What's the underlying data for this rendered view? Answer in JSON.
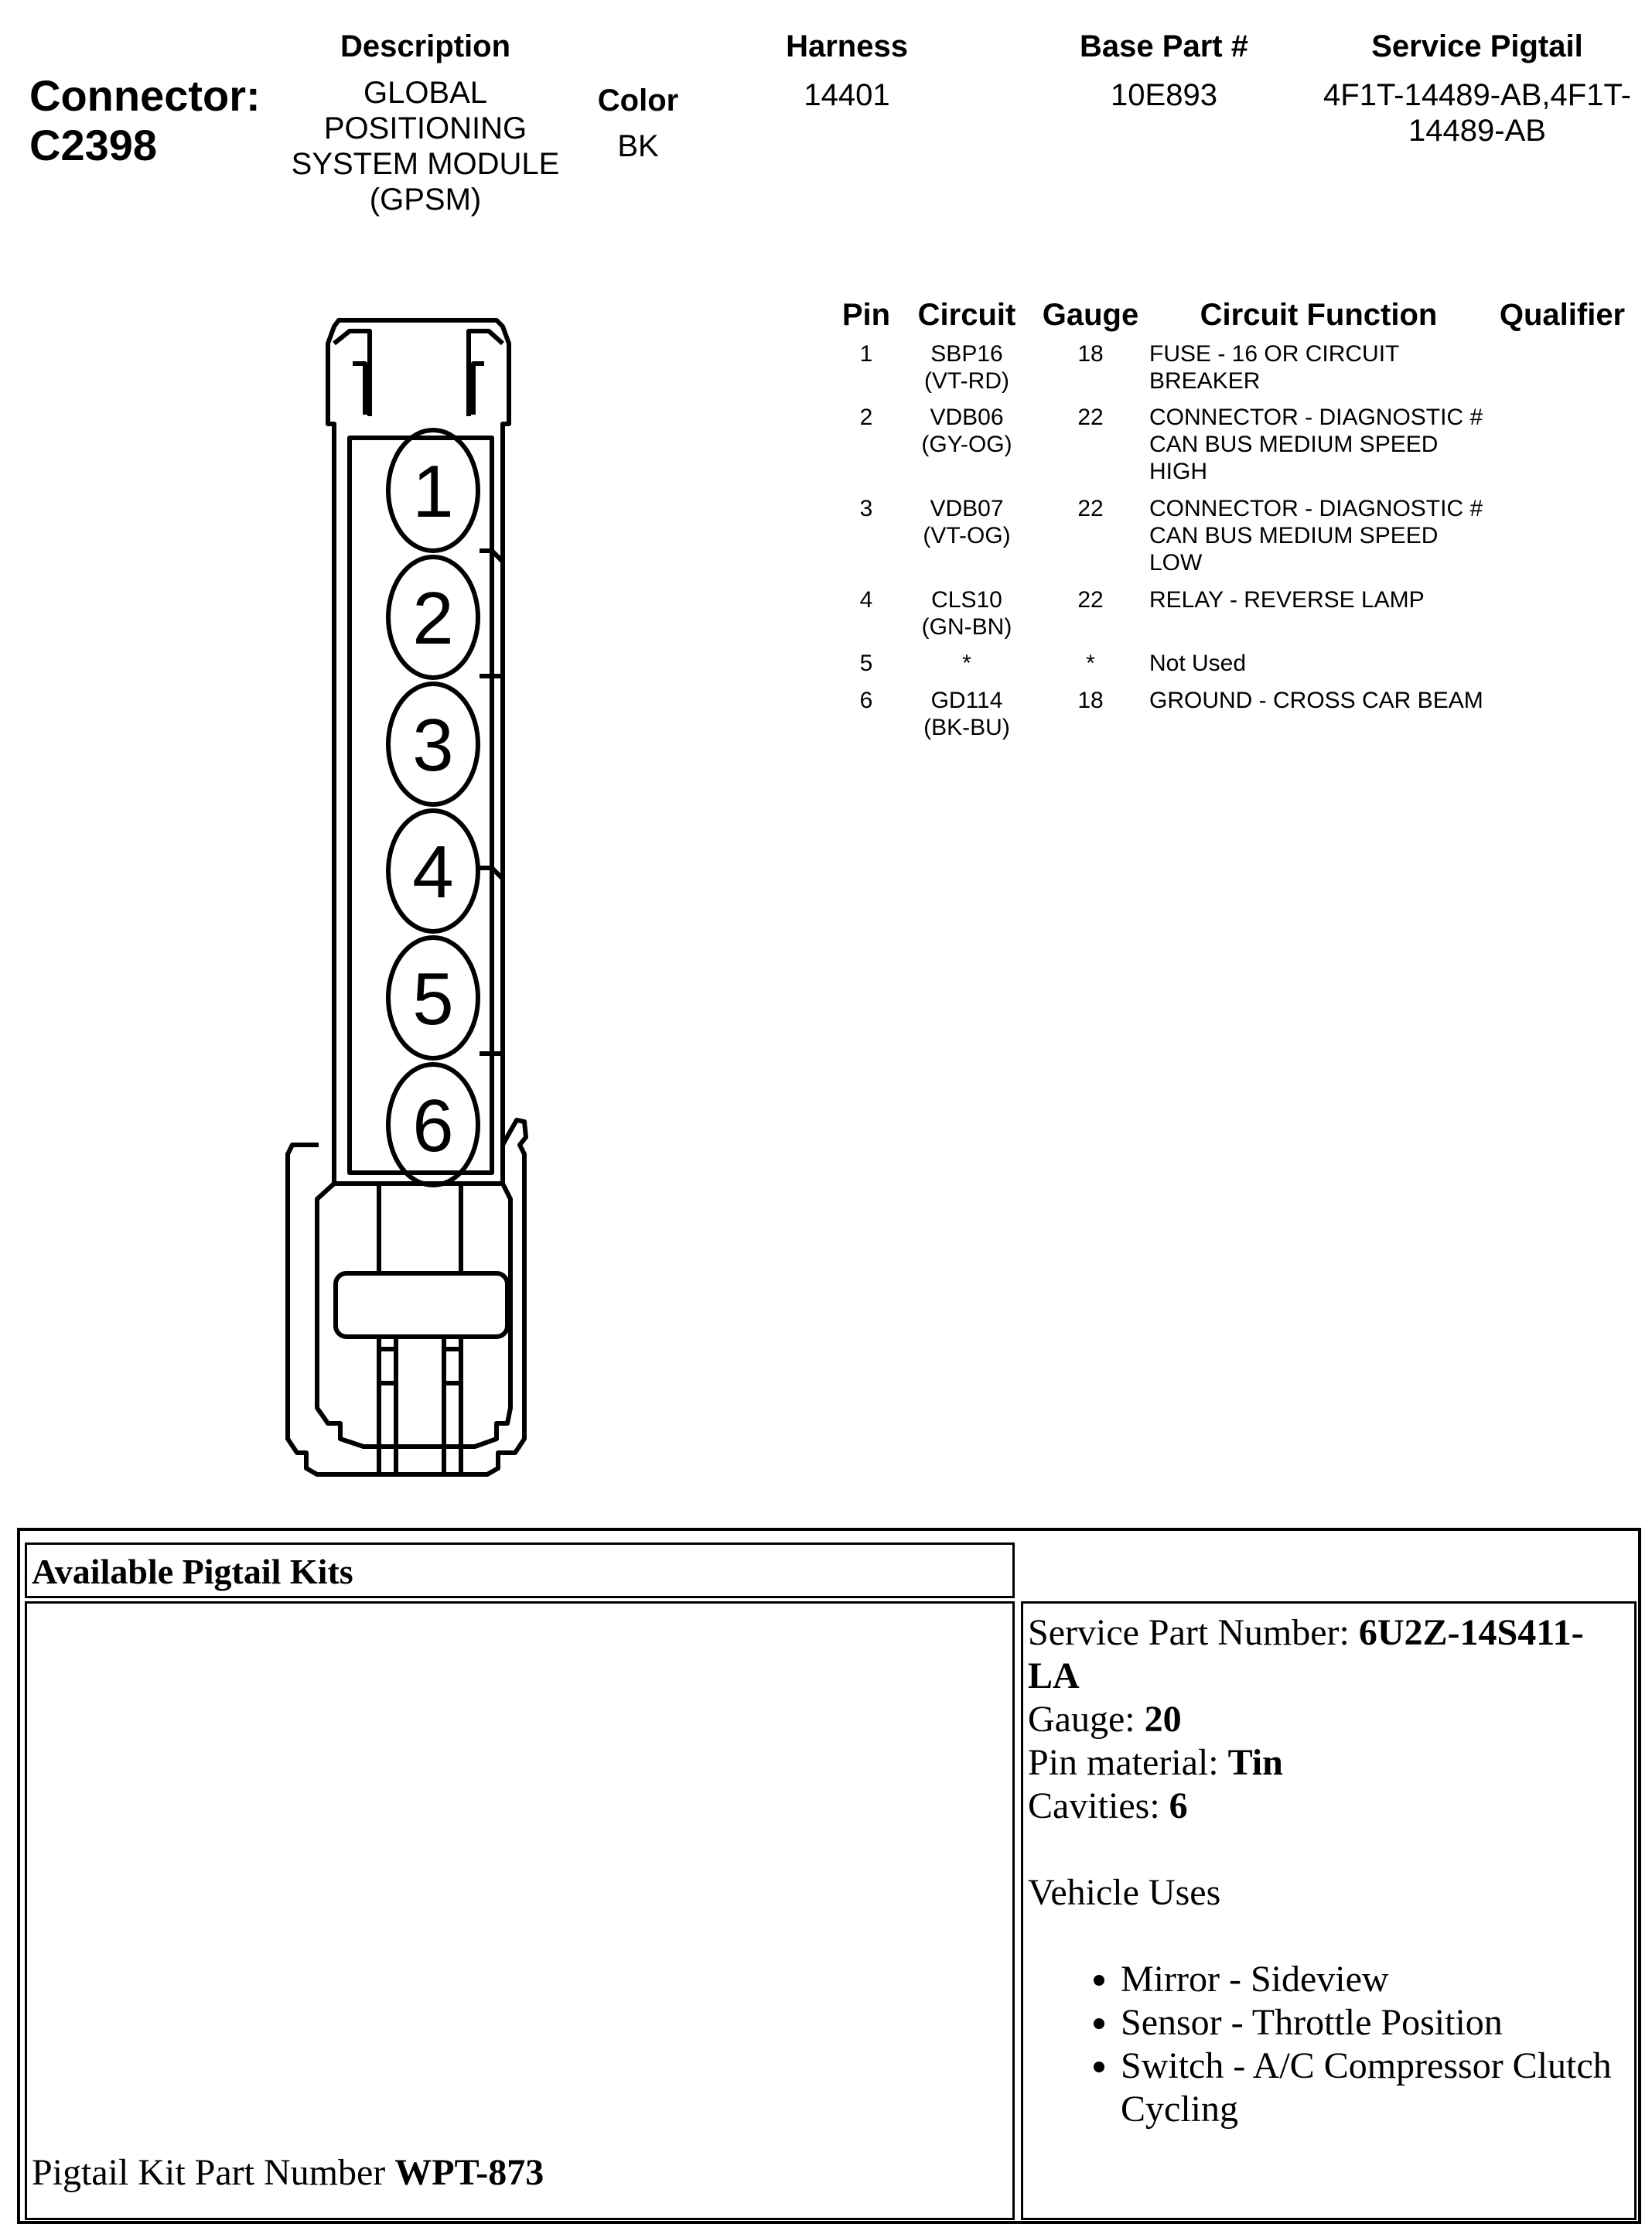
{
  "header": {
    "connector_label": "Connector:",
    "connector_id": "C2398",
    "description_label": "Description",
    "description_value": "GLOBAL POSITIONING SYSTEM MODULE (GPSM)",
    "color_label": "Color",
    "color_value": "BK",
    "harness_label": "Harness",
    "harness_value": "14401",
    "base_part_label": "Base Part #",
    "base_part_value": "10E893",
    "service_pigtail_label": "Service Pigtail",
    "service_pigtail_value": "4F1T-14489-AB,4F1T-14489-AB"
  },
  "pin_table": {
    "headers": {
      "pin": "Pin",
      "circuit": "Circuit",
      "gauge": "Gauge",
      "function": "Circuit Function",
      "qualifier": "Qualifier"
    },
    "rows": [
      {
        "pin": "1",
        "circuit": "SBP16",
        "color": "(VT-RD)",
        "gauge": "18",
        "function": "FUSE - 16 OR CIRCUIT BREAKER",
        "qualifier": ""
      },
      {
        "pin": "2",
        "circuit": "VDB06",
        "color": "(GY-OG)",
        "gauge": "22",
        "function": "CONNECTOR - DIAGNOSTIC # CAN BUS MEDIUM SPEED HIGH",
        "qualifier": ""
      },
      {
        "pin": "3",
        "circuit": "VDB07",
        "color": "(VT-OG)",
        "gauge": "22",
        "function": "CONNECTOR - DIAGNOSTIC # CAN BUS MEDIUM SPEED LOW",
        "qualifier": ""
      },
      {
        "pin": "4",
        "circuit": "CLS10",
        "color": "(GN-BN)",
        "gauge": "22",
        "function": "RELAY - REVERSE LAMP",
        "qualifier": ""
      },
      {
        "pin": "5",
        "circuit": "*",
        "color": "",
        "gauge": "*",
        "function": "Not Used",
        "qualifier": ""
      },
      {
        "pin": "6",
        "circuit": "GD114",
        "color": "(BK-BU)",
        "gauge": "18",
        "function": "GROUND - CROSS CAR BEAM",
        "qualifier": ""
      }
    ]
  },
  "diagram": {
    "pins": [
      "1",
      "2",
      "3",
      "4",
      "5",
      "6"
    ]
  },
  "pigtail": {
    "title": "Available Pigtail Kits",
    "service_part_label": "Service Part Number: ",
    "service_part_value": "6U2Z-14S411-LA",
    "gauge_label": "Gauge: ",
    "gauge_value": "20",
    "pin_material_label": "Pin material: ",
    "pin_material_value": "Tin",
    "cavities_label": "Cavities: ",
    "cavities_value": "6",
    "vehicle_uses_label": "Vehicle Uses",
    "vehicle_uses": [
      "Mirror - Sideview",
      "Sensor - Throttle Position",
      "Switch - A/C Compressor Clutch Cycling"
    ],
    "kit_part_label": "Pigtail Kit Part Number ",
    "kit_part_value": "WPT-873"
  }
}
